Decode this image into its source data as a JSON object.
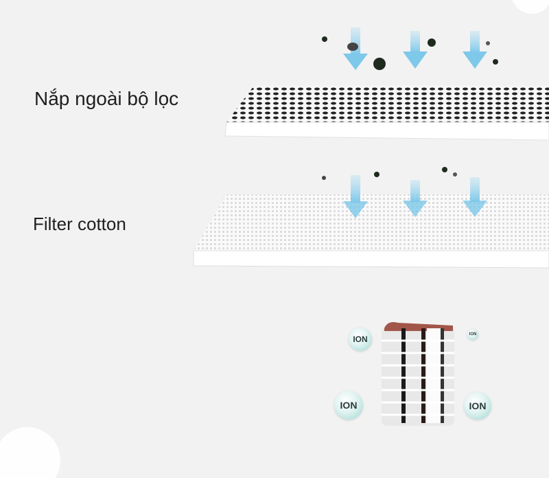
{
  "layers": [
    {
      "label": "Nắp ngoài bộ lọc",
      "icon": "perforated-cover-plate"
    },
    {
      "label": "Filter cotton",
      "icon": "cotton-mesh-sheet"
    }
  ],
  "ion_bubbles": [
    "ION",
    "ION",
    "ION",
    "ION"
  ],
  "colors": {
    "background": "#f2f2f2",
    "arrow": "#9fd8f0",
    "ion": "#9fd6d0"
  }
}
